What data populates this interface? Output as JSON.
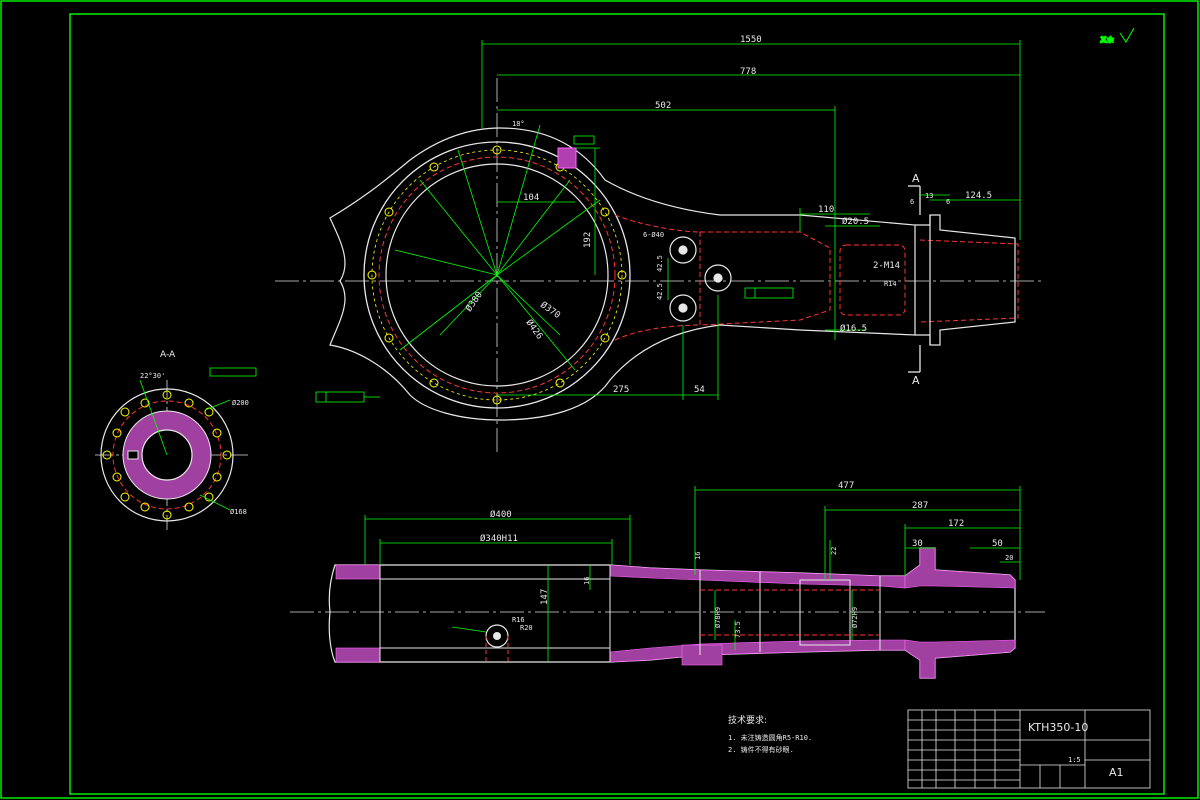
{
  "dims_top": {
    "d1550": "1550",
    "d778": "778",
    "d502": "502",
    "d110": "110",
    "d104": "104",
    "d192": "192",
    "d275": "275",
    "d54": "54",
    "d124_5": "124.5",
    "d13": "13",
    "d6a": "6",
    "d6b": "6",
    "phi20_5": "Ø20.5",
    "phi16_5": "Ø16.5",
    "m14": "2-M14",
    "r14": "R14",
    "phi40": "6-Ø40",
    "d42_5a": "42.5",
    "d42_5b": "42.5",
    "phi380": "Ø380",
    "phi370": "Ø370",
    "phi426": "Ø426",
    "ang18": "18°",
    "a_top": "A",
    "a_bot": "A"
  },
  "section_aa": {
    "title": "A-A",
    "ang": "22°30'",
    "phi200": "Ø200",
    "phi168": "Ø168"
  },
  "dims_bottom": {
    "d477": "477",
    "d287": "287",
    "d172": "172",
    "d30": "30",
    "d50": "50",
    "d20": "20",
    "phi400": "Ø400",
    "phi340": "Ø340H11",
    "d147": "147",
    "d16a": "16",
    "d16b": "16",
    "d22": "22",
    "r20": "R20",
    "r16": "R16",
    "d73_5": "73.5",
    "phi78": "Ø78H9",
    "phi72": "Ø72H9"
  },
  "notes": {
    "title": "技术要求:",
    "line1": "1. 未注铸造圆角R5-R10.",
    "line2": "2. 铸件不得有砂眼."
  },
  "title_block": {
    "drawing_no": "KTH350-10",
    "sheet": "A1",
    "scale": "1:5"
  }
}
